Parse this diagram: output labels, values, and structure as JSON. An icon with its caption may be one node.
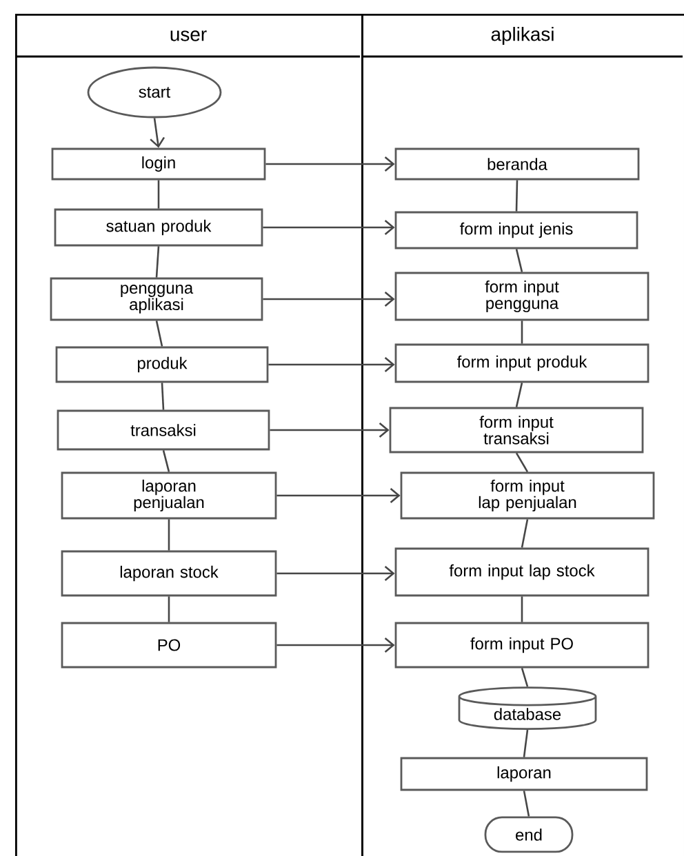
{
  "diagram": {
    "nodes": [
      {
        "text": [
          "user"
        ]
      },
      {
        "text": [
          "aplikasi"
        ]
      },
      {
        "text": [
          "start"
        ],
        "in": 0
      },
      {
        "text": [
          "login"
        ],
        "in": 0
      },
      {
        "text": [
          "satuan produk"
        ],
        "in": 0
      },
      {
        "text": [
          "pengguna aplikasi"
        ],
        "in": 0
      },
      {
        "text": [
          "produk"
        ],
        "in": 0
      },
      {
        "text": [
          "transaksi"
        ],
        "in": 0
      },
      {
        "text": [
          "laporan penjualan"
        ],
        "in": 0
      },
      {
        "text": [
          "laporan stock"
        ],
        "in": 0
      },
      {
        "text": [
          "PO"
        ],
        "in": 0
      },
      {
        "text": [
          "beranda"
        ],
        "in": 1
      },
      {
        "text": [
          "form input jenis"
        ],
        "in": 1
      },
      {
        "text": [
          "form input pengguna"
        ],
        "in": 1
      },
      {
        "text": [
          "form input produk"
        ],
        "in": 1
      },
      {
        "text": [
          "form input transaksi"
        ],
        "in": 1
      },
      {
        "text": [
          "form input lap penjualan"
        ],
        "in": 1
      },
      {
        "text": [
          "form input lap stock"
        ],
        "in": 1
      },
      {
        "text": [
          "form input PO"
        ],
        "in": 1
      },
      {
        "text": [
          "database"
        ],
        "in": 1
      },
      {
        "text": [
          "laporan"
        ],
        "in": 1
      },
      {
        "text": [
          "end"
        ],
        "in": 1
      }
    ],
    "edges": [
      {
        "from": 2,
        "to": 3,
        "arrow": "to"
      },
      {
        "from": 3,
        "to": 11,
        "arrow": "to"
      },
      {
        "from": 3,
        "to": 4,
        "arrow": "none"
      },
      {
        "from": 4,
        "to": 12,
        "arrow": "to"
      },
      {
        "from": 4,
        "to": 5,
        "arrow": "none"
      },
      {
        "from": 5,
        "to": 13,
        "arrow": "to"
      },
      {
        "from": 5,
        "to": 6,
        "arrow": "none"
      },
      {
        "from": 6,
        "to": 14,
        "arrow": "to"
      },
      {
        "from": 6,
        "to": 7,
        "arrow": "none"
      },
      {
        "from": 7,
        "to": 15,
        "arrow": "to"
      },
      {
        "from": 7,
        "to": 8,
        "arrow": "none"
      },
      {
        "from": 8,
        "to": 16,
        "arrow": "to"
      },
      {
        "from": 8,
        "to": 9,
        "arrow": "none"
      },
      {
        "from": 9,
        "to": 17,
        "arrow": "to"
      },
      {
        "from": 9,
        "to": 10,
        "arrow": "none"
      },
      {
        "from": 10,
        "to": 18,
        "arrow": "to"
      },
      {
        "from": 11,
        "to": 12,
        "arrow": "none"
      },
      {
        "from": 12,
        "to": 13,
        "arrow": "none"
      },
      {
        "from": 13,
        "to": 14,
        "arrow": "none"
      },
      {
        "from": 14,
        "to": 15,
        "arrow": "none"
      },
      {
        "from": 15,
        "to": 16,
        "arrow": "none"
      },
      {
        "from": 16,
        "to": 17,
        "arrow": "none"
      },
      {
        "from": 17,
        "to": 18,
        "arrow": "none"
      },
      {
        "from": 18,
        "to": 19,
        "arrow": "none"
      },
      {
        "from": 19,
        "to": 20,
        "arrow": "none"
      },
      {
        "from": 20,
        "to": 21,
        "arrow": "none"
      }
    ]
  }
}
